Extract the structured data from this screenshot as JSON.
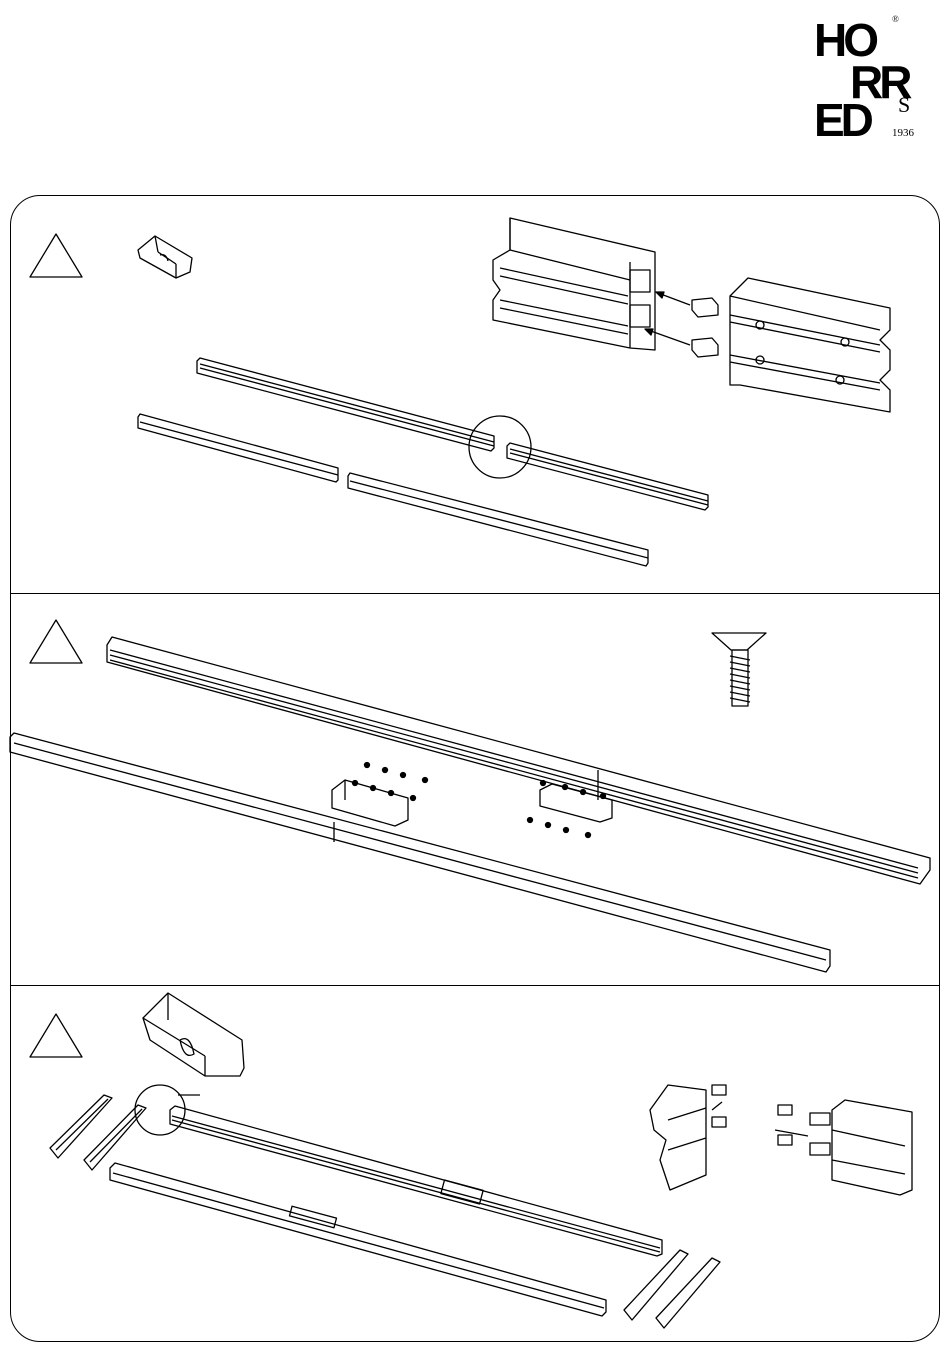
{
  "brand": {
    "letters_row1": "HO",
    "letters_row2": "RR",
    "letters_row3": "ED",
    "suffix": "S",
    "registered_mark": "®",
    "year": "1936"
  },
  "steps": [
    {
      "warning_icon": "triangle-icon",
      "part_icon": "connector-block-icon"
    },
    {
      "warning_icon": "triangle-icon",
      "part_icon": "countersunk-screw-icon"
    },
    {
      "warning_icon": "triangle-icon",
      "part_icon": "connector-block-icon"
    }
  ],
  "colors": {
    "line": "#000000",
    "background": "#ffffff"
  }
}
